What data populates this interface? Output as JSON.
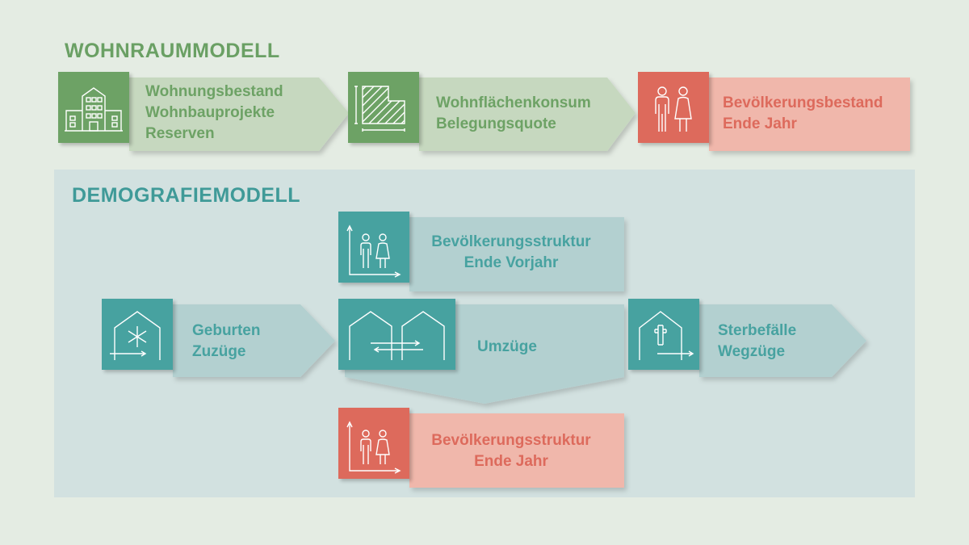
{
  "wohnraum": {
    "title": "WOHNRAUMMODELL",
    "box1": {
      "icon": "building-icon",
      "lines": [
        "Wohnungsbestand",
        "Wohnbauprojekte",
        "Reserven"
      ]
    },
    "box2": {
      "icon": "floor-area-icon",
      "lines": [
        "Wohnflächenkonsum",
        "Belegungsquote"
      ]
    },
    "box3": {
      "icon": "people-icon",
      "lines": [
        "Bevölkerungsbestand",
        "Ende Jahr"
      ]
    }
  },
  "demografie": {
    "title": "DEMOGRAFIEMODELL",
    "struktur_vorjahr": {
      "icon": "population-chart-icon",
      "lines": [
        "Bevölkerungsstruktur",
        "Ende Vorjahr"
      ]
    },
    "geburten": {
      "icon": "house-birth-icon",
      "lines": [
        "Geburten",
        "Zuzüge"
      ]
    },
    "umzuege": {
      "icon": "houses-exchange-icon",
      "lines": [
        "Umzüge"
      ]
    },
    "sterbefaelle": {
      "icon": "house-cross-icon",
      "lines": [
        "Sterbefälle",
        "Wegzüge"
      ]
    },
    "struktur_jahr": {
      "icon": "population-chart-icon",
      "lines": [
        "Bevölkerungsstruktur",
        "Ende Jahr"
      ]
    }
  },
  "colors": {
    "background": "#e4ece3",
    "green": "#6da265",
    "green_light": "#c6d8bf",
    "teal": "#47a2a0",
    "teal_light": "#b3d0d0",
    "panel": "#d2e1e0",
    "red": "#dd6a5c",
    "red_light": "#f0b7ab"
  }
}
